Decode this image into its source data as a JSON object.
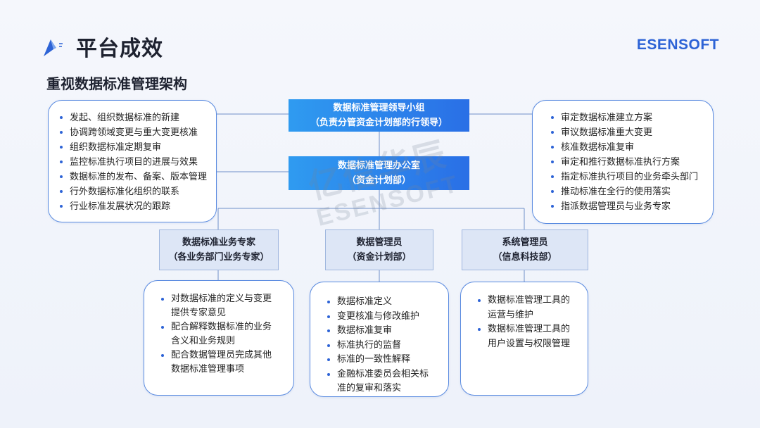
{
  "header": {
    "title": "平台成效",
    "brand": "ESENSOFT",
    "subtitle": "重视数据标准管理架构"
  },
  "colors": {
    "accent_blue": "#2d63d6",
    "box_blue_start": "#2f9bf0",
    "box_blue_end": "#2a6fe6",
    "role_fill": "#dde6f6"
  },
  "watermark": {
    "line1": "亿信华辰",
    "line2": "ESENSOFT"
  },
  "leadership": {
    "line1": "数据标准管理领导小组",
    "line2": "（负责分管资金计划部的行领导）"
  },
  "office": {
    "line1": "数据标准管理办公室",
    "line2": "（资金计划部）"
  },
  "left_card": {
    "items": [
      "发起、组织数据标准的新建",
      "协调跨领域变更与重大变更核准",
      "组织数据标准定期复审",
      "监控标准执行项目的进展与效果",
      "数据标准的发布、备案、版本管理",
      "行外数据标准化组织的联系",
      "行业标准发展状况的跟踪"
    ]
  },
  "right_card": {
    "items": [
      "审定数据标准建立方案",
      "审议数据标准重大变更",
      "核准数据标准复审",
      "审定和推行数据标准执行方案",
      "指定标准执行项目的业务牵头部门",
      "推动标准在全行的使用落实",
      "指派数据管理员与业务专家"
    ]
  },
  "roles": [
    {
      "line1": "数据标准业务专家",
      "line2": "（各业务部门业务专家）",
      "items": [
        [
          "对数据标准的定义与变更",
          "提供专家意见"
        ],
        [
          "配合解释数据标准的业务",
          "含义和业务规则"
        ],
        [
          "配合数据管理员完成其他",
          "数据标准管理事项"
        ]
      ]
    },
    {
      "line1": "数据管理员",
      "line2": "（资金计划部）",
      "items": [
        [
          "数据标准定义"
        ],
        [
          "变更核准与修改维护"
        ],
        [
          "数据标准复审"
        ],
        [
          "标准执行的监督"
        ],
        [
          "标准的一致性解释"
        ],
        [
          "金融标准委员会相关标",
          "准的复审和落实"
        ]
      ]
    },
    {
      "line1": "系统管理员",
      "line2": "（信息科技部）",
      "items": [
        [
          "数据标准管理工具的",
          "运营与维护"
        ],
        [
          "数据标准管理工具的",
          "用户设置与权限管理"
        ]
      ]
    }
  ]
}
